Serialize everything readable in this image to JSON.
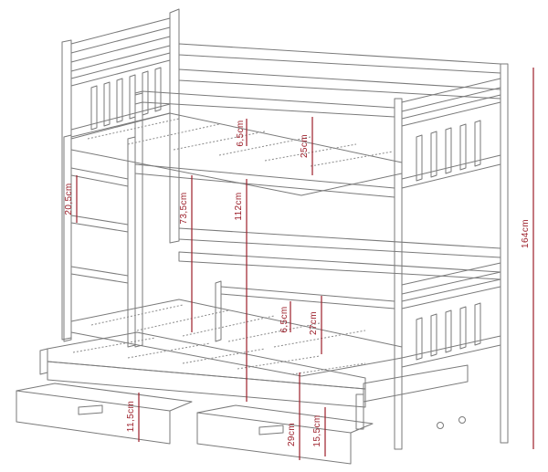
{
  "dimension_color": "#9c1f2a",
  "line_color": "#7a7a7a",
  "dimensions": {
    "upper_gap": "6,5cm",
    "upper_rail": "25cm",
    "ladder_step": "20,5cm",
    "ladder_height": "73,5cm",
    "bed_clearance": "112cm",
    "total_height": "164cm",
    "lower_gap": "6,5cm",
    "lower_rail": "27cm",
    "drawer_height": "11,5cm",
    "trundle_height": "29cm",
    "trundle_clearance": "15,5cm"
  }
}
